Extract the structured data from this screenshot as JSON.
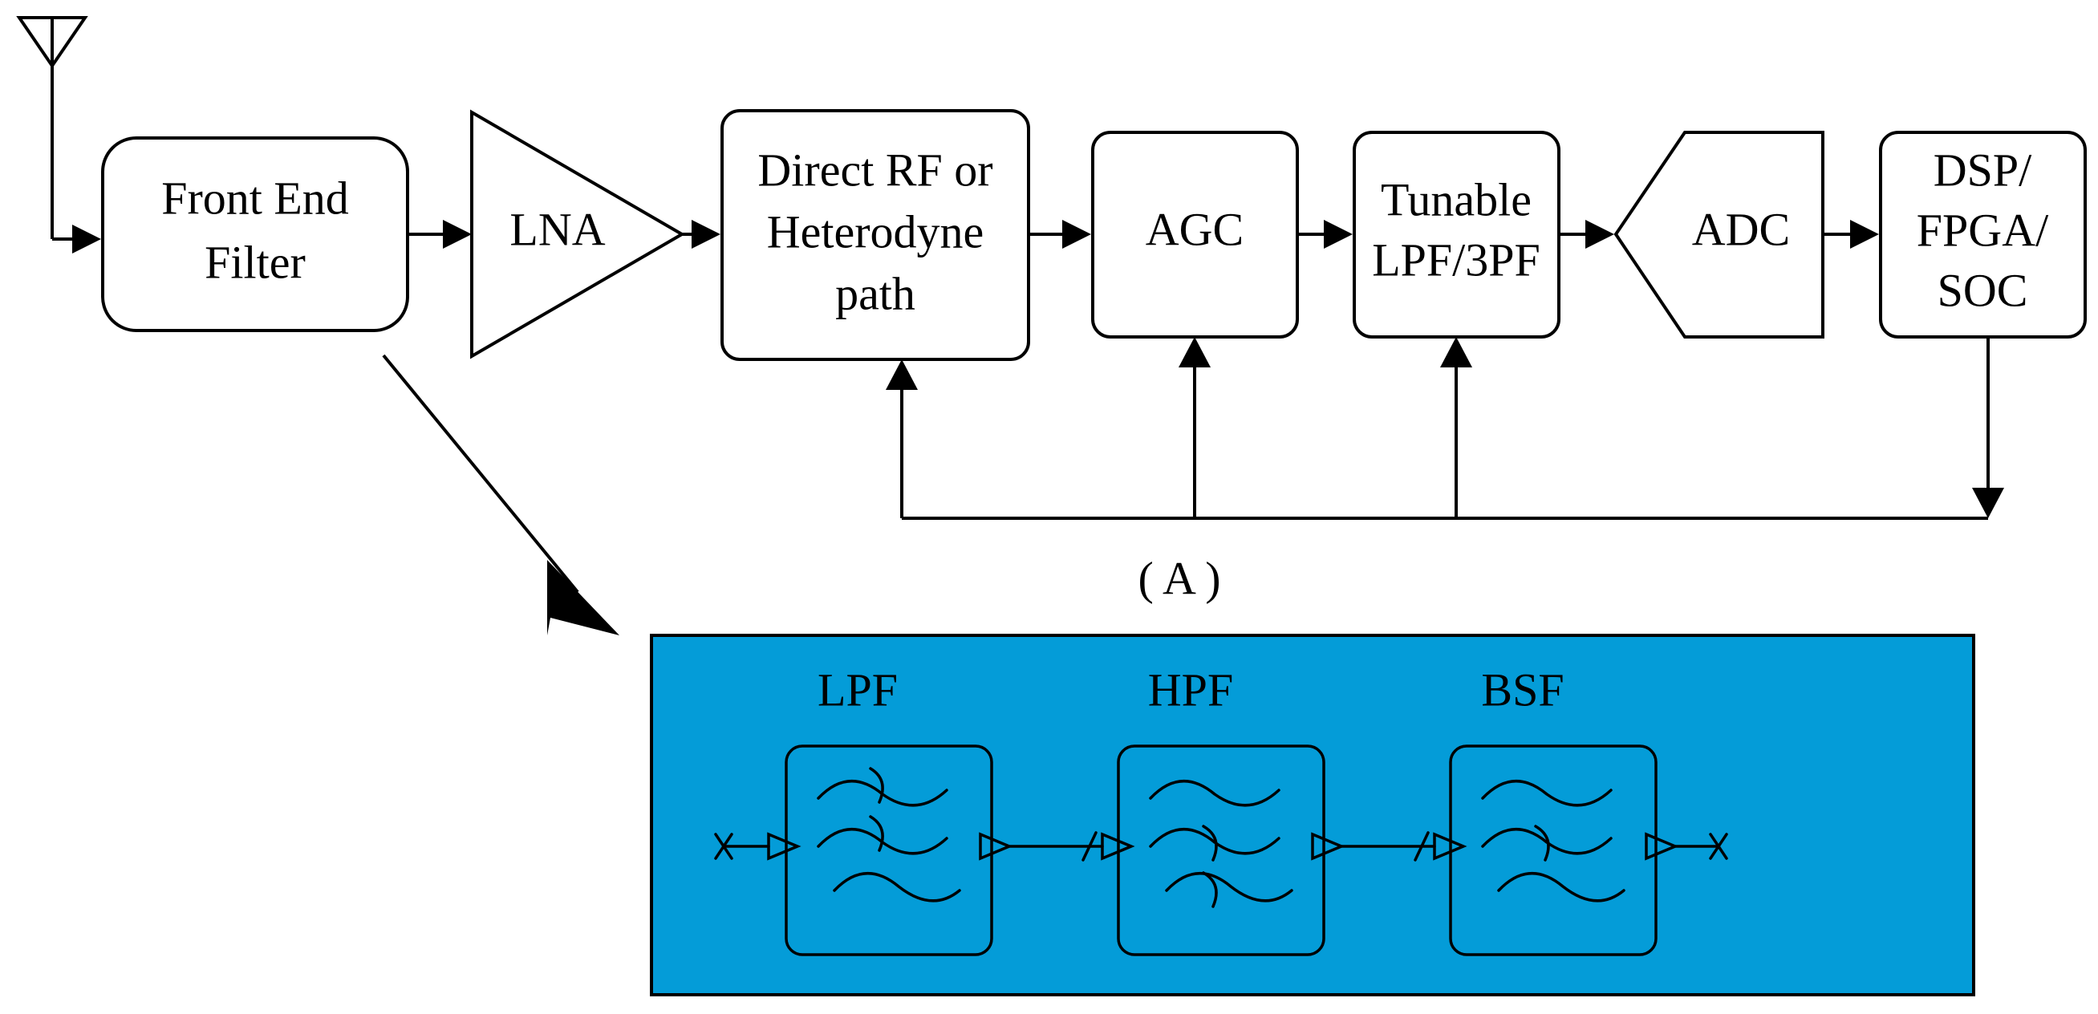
{
  "top_chain": {
    "front_end_filter": [
      "Front End",
      "Filter"
    ],
    "lna": [
      "LNA"
    ],
    "rf_path": [
      "Direct RF or",
      "Heterodyne",
      "path"
    ],
    "agc": [
      "AGC"
    ],
    "tunable": [
      "Tunable",
      "LPF/3PF"
    ],
    "adc": [
      "ADC"
    ],
    "dsp": [
      "DSP/",
      "FPGA/",
      "SOC"
    ]
  },
  "panel_label": "( A )",
  "filter_detail": {
    "background_color": "#049cd8",
    "lpf": "LPF",
    "hpf": "HPF",
    "bsf": "BSF"
  }
}
